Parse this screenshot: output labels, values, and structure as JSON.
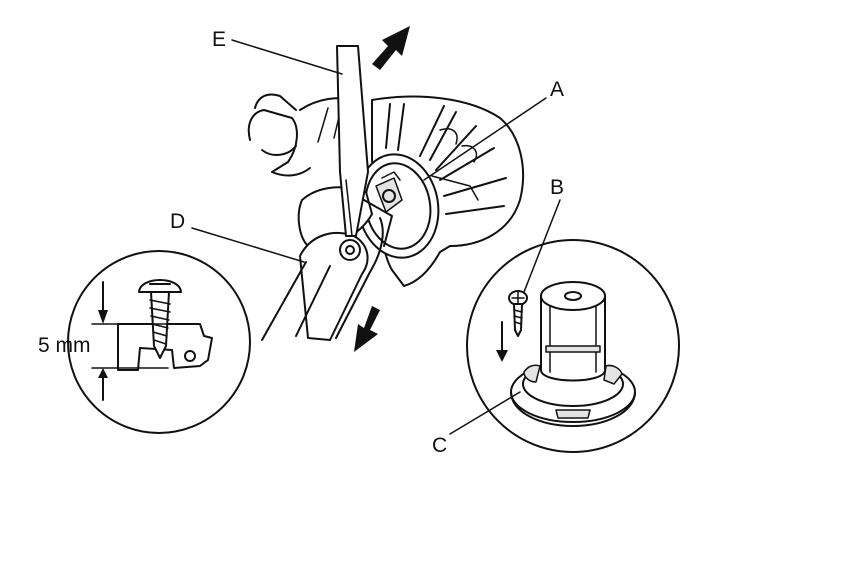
{
  "callouts": {
    "A": "A",
    "B": "B",
    "C": "C",
    "D": "D",
    "E": "E"
  },
  "dimension": {
    "text": "5 mm"
  },
  "colors": {
    "ink": "#111111",
    "background": "#ffffff",
    "shade": "#e4e4e4"
  }
}
